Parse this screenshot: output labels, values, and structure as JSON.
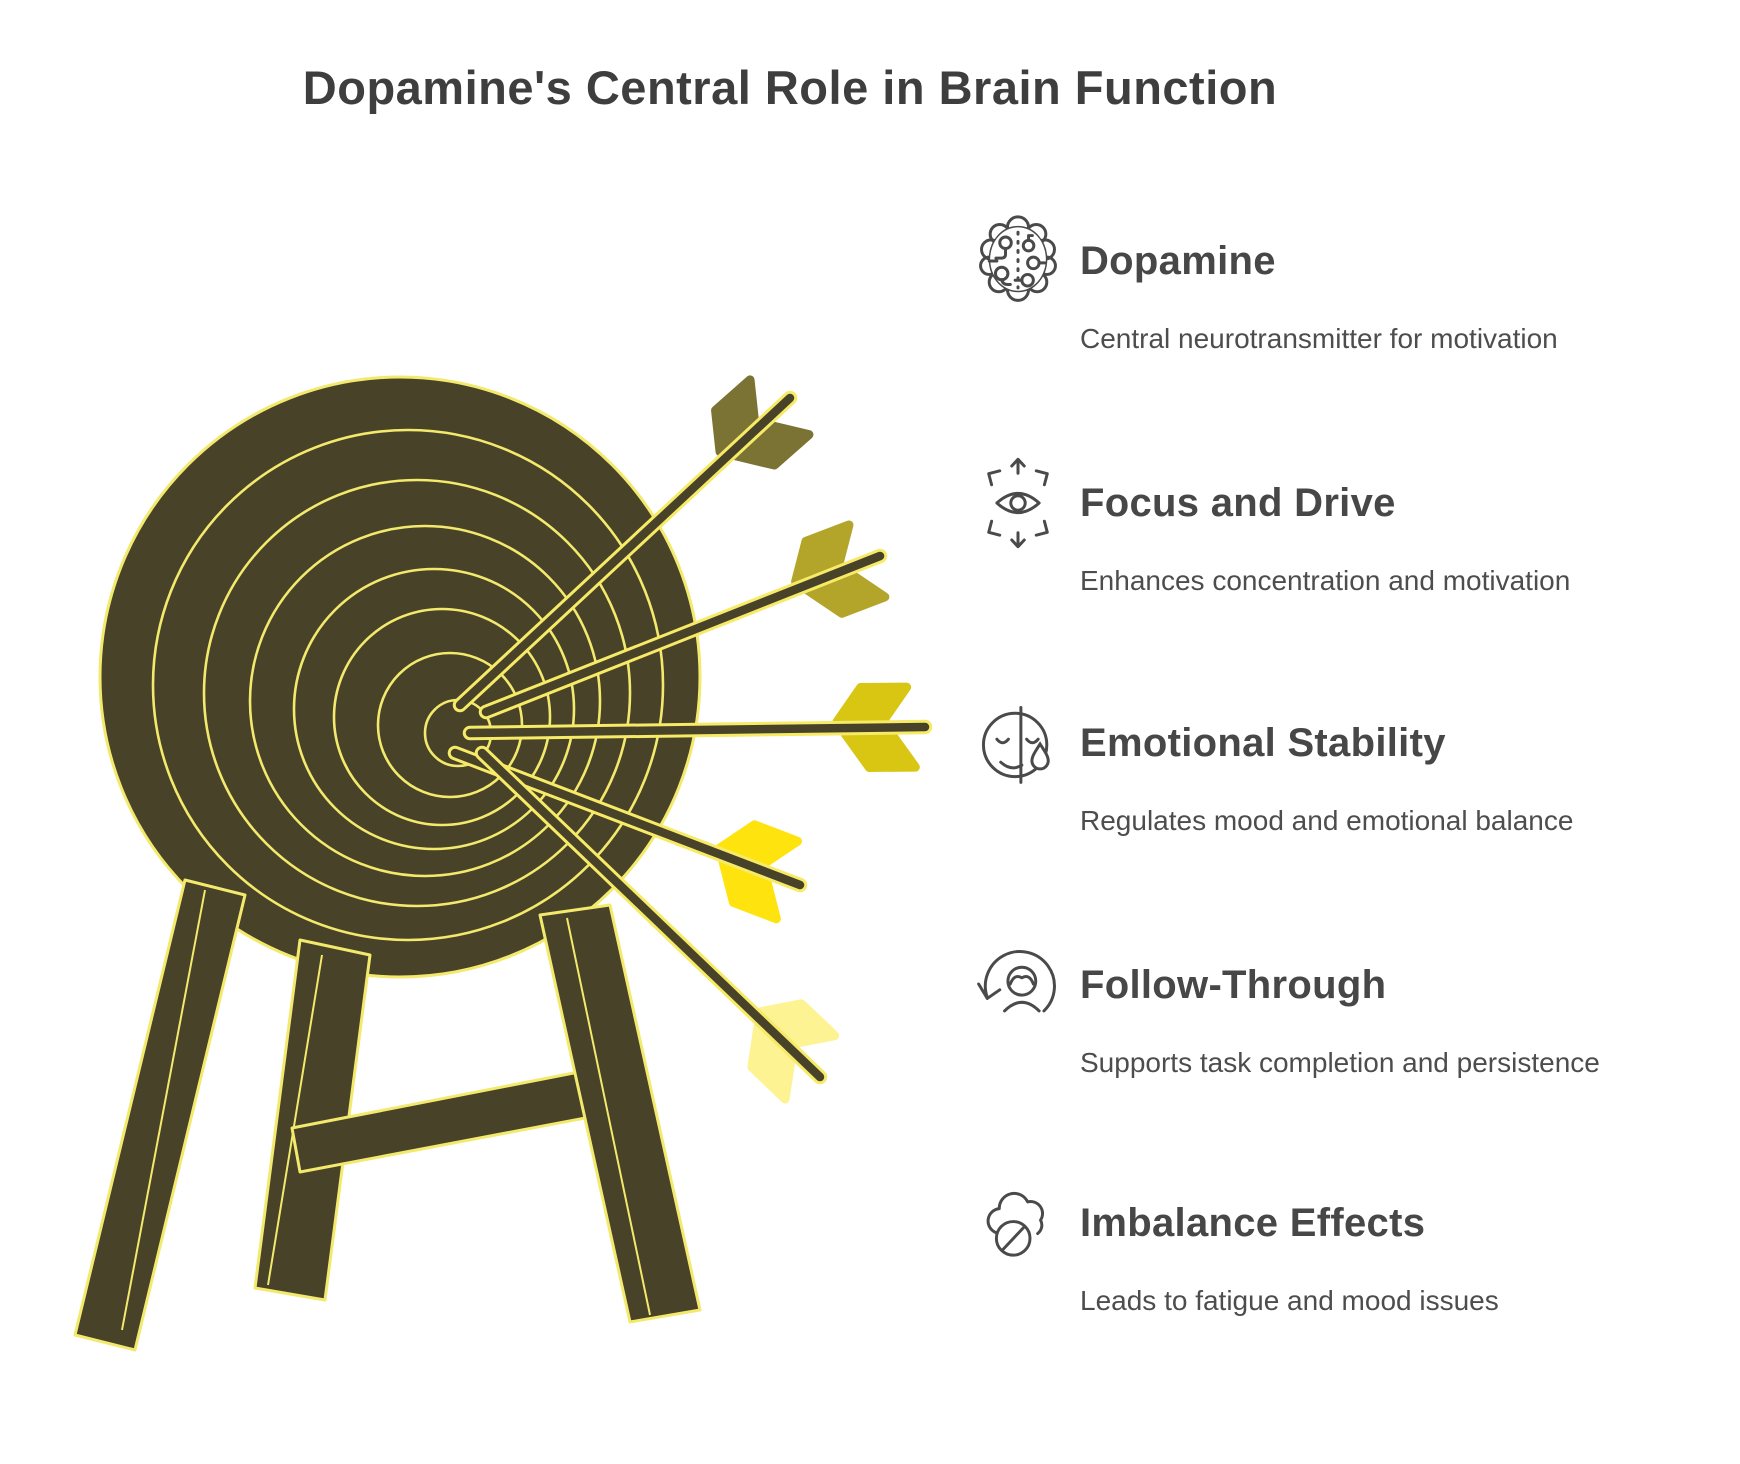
{
  "title": "Dopamine's Central Role in Brain Function",
  "palette": {
    "background": "#ffffff",
    "title_color": "#3e3e3e",
    "heading_color": "#474747",
    "subtitle_color": "#4d4d4d",
    "icon_stroke": "#4a4a4a",
    "board_fill": "#474228",
    "ring_stroke": "#f3e96d",
    "shaft_fill": "#474228",
    "shaft_outline": "#f6ea67",
    "arrow_fletchings": [
      "#7a7333",
      "#b3a52a",
      "#d8c613",
      "#ffe30e",
      "#fdf392"
    ]
  },
  "illustration": {
    "name": "archery-target-on-stand-with-five-arrows-in-bullseye",
    "arrow_count": 5
  },
  "items": [
    {
      "icon": "brain-icon",
      "title": "Dopamine",
      "description": "Central neurotransmitter for motivation"
    },
    {
      "icon": "eye-focus-arrows-icon",
      "title": "Focus and Drive",
      "description": "Enhances concentration and motivation"
    },
    {
      "icon": "face-teardrop-icon",
      "title": "Emotional Stability",
      "description": "Regulates mood and emotional balance"
    },
    {
      "icon": "person-loop-arrow-icon",
      "title": "Follow-Through",
      "description": "Supports task completion and persistence"
    },
    {
      "icon": "cloud-prohibition-icon",
      "title": "Imbalance Effects",
      "description": "Leads to fatigue and mood issues"
    }
  ]
}
